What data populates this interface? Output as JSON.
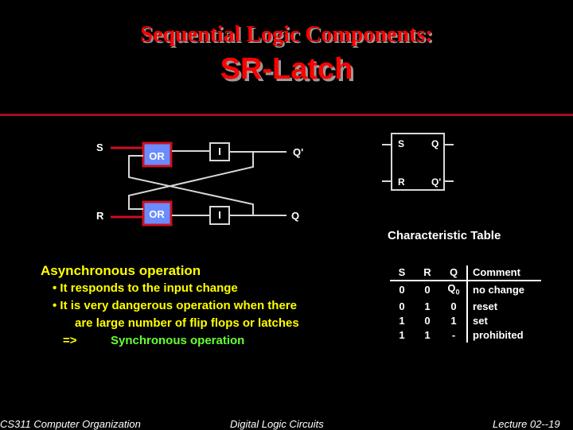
{
  "slide": {
    "title_line1": "Sequential Logic Components:",
    "title_line2": "SR-Latch",
    "colors": {
      "background": "#000000",
      "title": "#ff0000",
      "title_shadow": "#9a9a9a",
      "divider": "#a50d1a",
      "gate_fill": "#6a8cff",
      "gate_border": "#cc1020",
      "input_wire": "#cc1020",
      "wire": "#d8d8d8",
      "body_text": "#ffff00",
      "highlight_text": "#66ff33"
    }
  },
  "circuit": {
    "input_s": "S",
    "input_r": "R",
    "gate_top": "OR",
    "gate_bottom": "OR",
    "inverter_top": "I",
    "inverter_bottom": "I",
    "output_top": "Q'",
    "output_bottom": "Q"
  },
  "symbol": {
    "s": "S",
    "q": "Q",
    "r": "R",
    "q_bar": "Q'"
  },
  "characteristic_table": {
    "title": "Characteristic Table",
    "headers": [
      "S",
      "R",
      "Q",
      "Comment"
    ],
    "rows": [
      {
        "s": "0",
        "r": "0",
        "q": "Q",
        "q_sub": "0",
        "comment": "no change"
      },
      {
        "s": "0",
        "r": "1",
        "q": "0",
        "q_sub": "",
        "comment": "reset"
      },
      {
        "s": "1",
        "r": "0",
        "q": "1",
        "q_sub": "",
        "comment": "set"
      },
      {
        "s": "1",
        "r": "1",
        "q": "-",
        "q_sub": "",
        "comment": "prohibited"
      }
    ]
  },
  "notes": {
    "heading": "Asynchronous operation",
    "bullet1": "• It responds to the input change",
    "bullet2": "• It is very dangerous operation when there",
    "bullet2_cont": "are large number of flip flops or latches",
    "arrow": "=>",
    "conclusion": "Synchronous operation"
  },
  "footer": {
    "left": "CS311 Computer Organization",
    "center": "Digital  Logic Circuits",
    "right": "Lecture 02--19"
  }
}
